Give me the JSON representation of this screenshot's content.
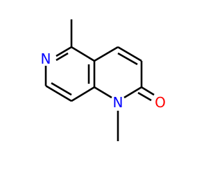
{
  "molecule": {
    "atoms": [
      {
        "id": "n6",
        "element": "N",
        "label": "N",
        "color": "#0000ff"
      },
      {
        "id": "n1",
        "element": "N",
        "label": "N",
        "color": "#0000ff"
      },
      {
        "id": "o2",
        "element": "O",
        "label": "O",
        "color": "#ff0000"
      },
      {
        "id": "c5-methyl",
        "element": "C",
        "label": "",
        "color": "#000000"
      },
      {
        "id": "n1-methyl",
        "element": "C",
        "label": "",
        "color": "#000000"
      }
    ],
    "bond_color": "#000000"
  }
}
